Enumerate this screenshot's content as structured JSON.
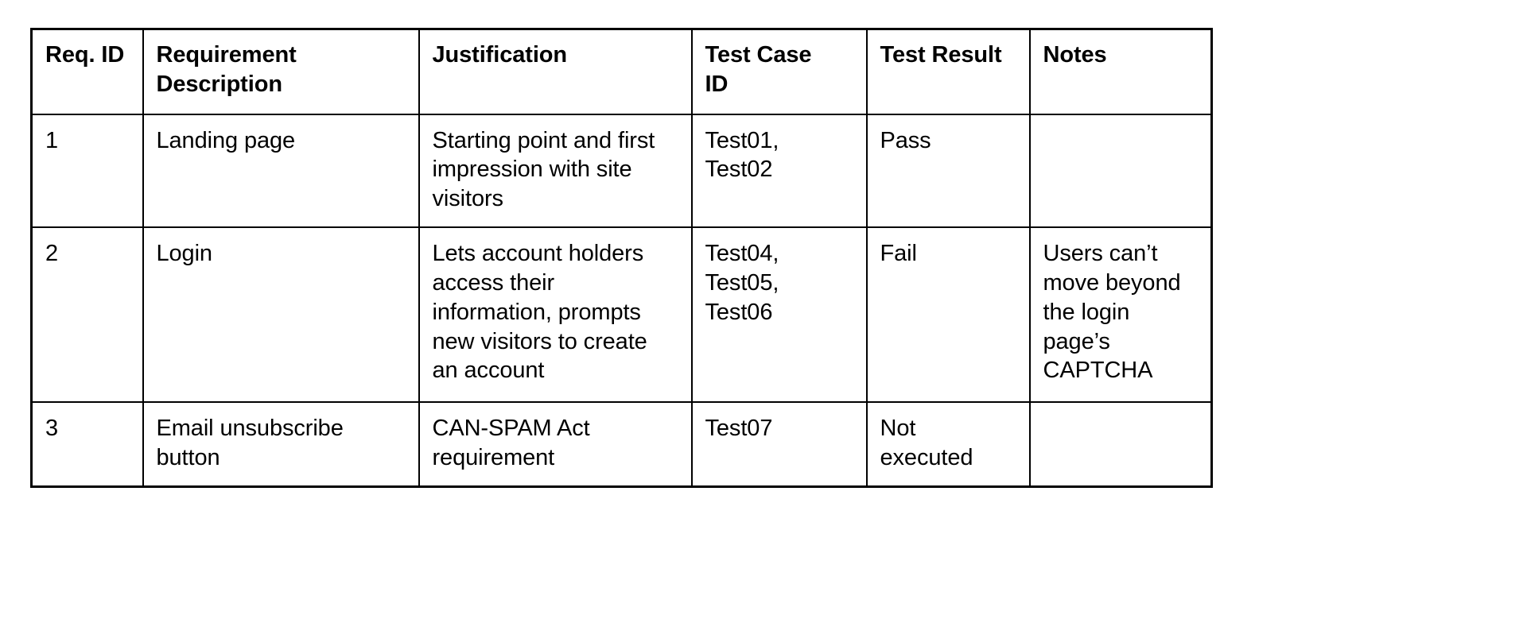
{
  "table": {
    "name": "requirements-traceability-matrix",
    "columns": [
      {
        "key": "req_id",
        "label": "Req. ID"
      },
      {
        "key": "description",
        "label": "Requirement Description"
      },
      {
        "key": "justification",
        "label": "Justification"
      },
      {
        "key": "test_case_id",
        "label": "Test Case ID"
      },
      {
        "key": "test_result",
        "label": "Test Result"
      },
      {
        "key": "notes",
        "label": "Notes"
      }
    ],
    "header_lines": {
      "req_id": [
        "Req. ID"
      ],
      "description": [
        "Requirement",
        "Description"
      ],
      "justification": [
        "Justification"
      ],
      "test_case_id": [
        "Test Case",
        "ID"
      ],
      "test_result": [
        "Test Result"
      ],
      "notes": [
        "Notes"
      ]
    },
    "rows": [
      {
        "req_id": "1",
        "description": "Landing page",
        "justification": "Starting point and first impression with site visitors",
        "justification_lines": [
          "Starting point and first",
          "impression with site",
          "visitors"
        ],
        "test_case_id": "Test01, Test02",
        "test_case_lines": [
          "Test01,",
          "Test02"
        ],
        "test_result": "Pass",
        "notes": ""
      },
      {
        "req_id": "2",
        "description": "Login",
        "justification": "Lets account holders access their information, prompts new visitors to create an account",
        "justification_lines": [
          "Lets account holders",
          "access their",
          "information, prompts",
          "new visitors to create",
          "an account"
        ],
        "test_case_id": "Test04, Test05, Test06",
        "test_case_lines": [
          "Test04,",
          "Test05,",
          "Test06"
        ],
        "test_result": "Fail",
        "notes": "Users can’t move beyond the login page’s CAPTCHA",
        "notes_lines": [
          "Users can’t",
          "move beyond",
          "the login",
          "page’s",
          "CAPTCHA"
        ]
      },
      {
        "req_id": "3",
        "description": "Email unsubscribe button",
        "description_lines": [
          "Email unsubscribe",
          "button"
        ],
        "justification": "CAN-SPAM Act requirement",
        "justification_lines": [
          "CAN-SPAM Act",
          "requirement"
        ],
        "test_case_id": "Test07",
        "test_case_lines": [
          "Test07"
        ],
        "test_result": "Not executed",
        "test_result_lines": [
          "Not",
          "executed"
        ],
        "notes": ""
      }
    ]
  },
  "colors": {
    "border": "#000000",
    "text": "#000000",
    "background": "#ffffff"
  }
}
